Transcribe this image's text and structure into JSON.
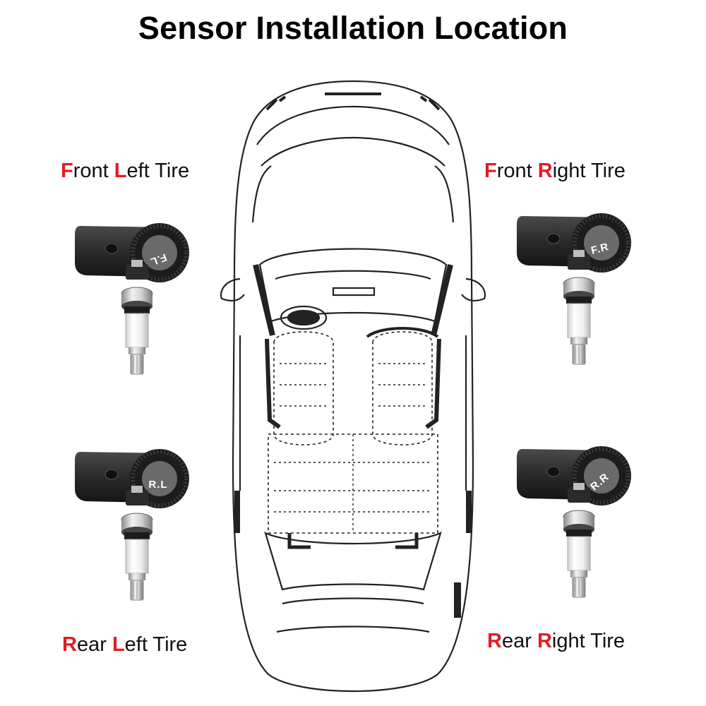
{
  "title": "Sensor Installation Location",
  "labels": {
    "front_left": {
      "first_initial": "F",
      "first_rest": "ront ",
      "second_initial": "L",
      "second_rest": "eft Tire"
    },
    "front_right": {
      "first_initial": "F",
      "first_rest": "ront ",
      "second_initial": "R",
      "second_rest": "ight Tire"
    },
    "rear_left": {
      "first_initial": "R",
      "first_rest": "ear ",
      "second_initial": "L",
      "second_rest": "eft Tire"
    },
    "rear_right": {
      "first_initial": "R",
      "first_rest": "ear ",
      "second_initial": "R",
      "second_rest": "ight Tire"
    }
  },
  "sensors": {
    "front_left": {
      "tag": "F.L"
    },
    "front_right": {
      "tag": "F.R"
    },
    "rear_left": {
      "tag": "R.L"
    },
    "rear_right": {
      "tag": "R.R"
    }
  },
  "colors": {
    "accent": "#e31b23",
    "sensor_body": "#2a2a2a",
    "valve_metal": "#c8c8c8"
  },
  "icons": {
    "sensor": "tpms-sensor-icon",
    "car": "car-top-view-outline"
  }
}
